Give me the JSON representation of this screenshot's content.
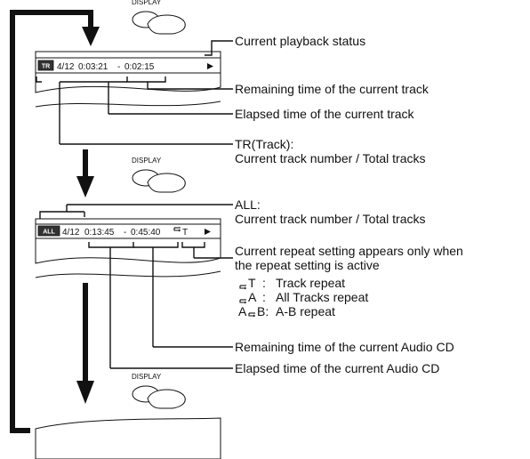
{
  "button_label": "DISPLAY",
  "screen1": {
    "badge": "TR",
    "track": "4/12",
    "elapsed": "0:03:21",
    "separator": "-",
    "remaining": "0:02:15",
    "status_icon": "play-triangle-icon"
  },
  "screen2": {
    "badge": "ALL",
    "track": "4/12",
    "elapsed": "0:13:45",
    "separator": "-",
    "remaining": "0:45:40",
    "repeat": "T",
    "status_icon": "play-triangle-icon"
  },
  "labels": {
    "playback_status": "Current playback status",
    "remaining_track": "Remaining time of the current track",
    "elapsed_track": "Elapsed time of the current track",
    "tr_title": "TR(Track):",
    "tr_desc": "Current track number / Total tracks",
    "all_title": "ALL:",
    "all_desc": "Current track number / Total tracks",
    "repeat_line1": "Current repeat setting appears only when",
    "repeat_line2": "the repeat setting is active",
    "repeat_t_sym": "T",
    "repeat_t_sep": ":",
    "repeat_t_desc": "Track repeat",
    "repeat_a_sym": "A",
    "repeat_a_sep": ":",
    "repeat_a_desc": "All Tracks repeat",
    "repeat_ab_sym_a": "A",
    "repeat_ab_sym_b": "B:",
    "repeat_ab_desc": "A-B repeat",
    "remaining_cd": "Remaining time of the current Audio CD",
    "elapsed_cd": "Elapsed time of the current Audio CD"
  }
}
